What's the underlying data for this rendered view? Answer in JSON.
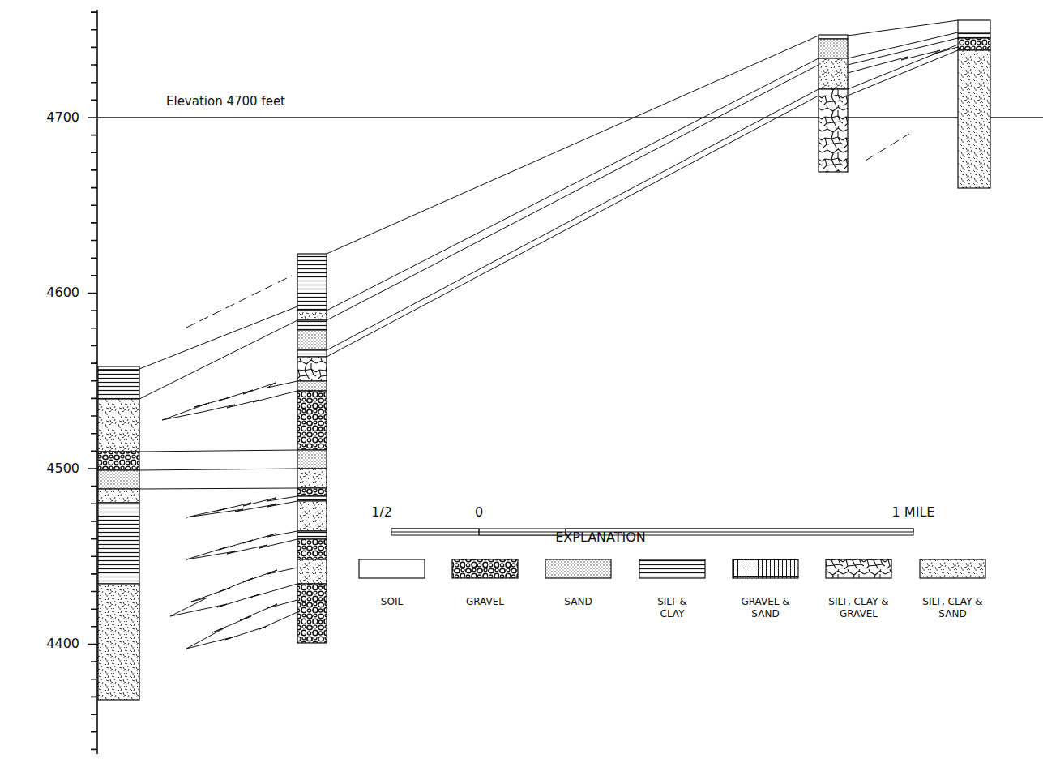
{
  "diagram": {
    "labels": [
      "4700",
      "4600",
      "4500",
      "4400",
      "Elevation 4700 feet",
      "EXPLANATION",
      "1/2",
      "0",
      "1 MILE"
    ],
    "legend": [
      {
        "text": "SOIL"
      },
      {
        "text": "GRAVEL"
      },
      {
        "text": "SAND"
      },
      {
        "text": "SILT & CLAY"
      },
      {
        "text": "GRAVEL & SAND"
      },
      {
        "text": "SILT, CLAY & GRAVEL"
      },
      {
        "text": "SILT, CLAY & SAND"
      }
    ]
  }
}
